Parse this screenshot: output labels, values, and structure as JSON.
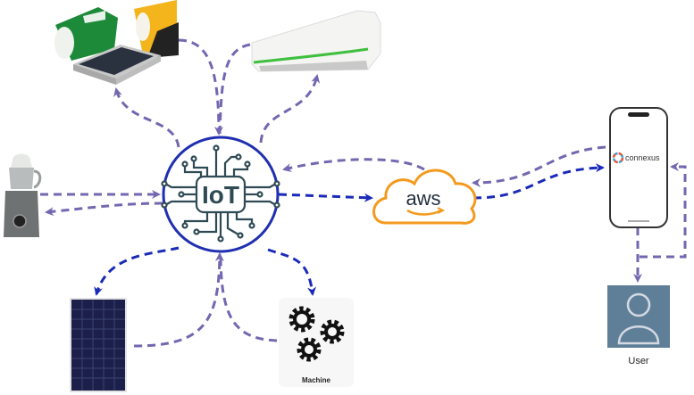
{
  "diagram": {
    "title": "IoT connected devices architecture",
    "colors": {
      "hub_border": "#1f2fb0",
      "circuit": "#2f4a54",
      "arrow_purple": "#7367b0",
      "arrow_blue": "#1a2ab8",
      "aws_orange": "#f39a1e",
      "aws_text": "#232f3e",
      "user_bg": "#5f7f99",
      "user_icon": "#d5d9e3"
    },
    "hub": {
      "label": "IoT"
    },
    "cloud": {
      "label": "aws"
    },
    "app": {
      "label": "connexus"
    },
    "user": {
      "label": "User"
    },
    "machine": {
      "label": "Machine"
    },
    "devices": [
      {
        "id": "solar-lantern",
        "name": "Solar lantern kit"
      },
      {
        "id": "air-conditioner",
        "name": "Air conditioner"
      },
      {
        "id": "mixer-grinder",
        "name": "Mixer grinder"
      },
      {
        "id": "solar-panel",
        "name": "Solar panel"
      },
      {
        "id": "machine",
        "name": "Machine"
      }
    ],
    "connections": [
      {
        "from": "solar-lantern",
        "to": "IoT",
        "style": "dashed",
        "color": "purple"
      },
      {
        "from": "IoT",
        "to": "solar-lantern",
        "style": "dashed",
        "color": "purple"
      },
      {
        "from": "air-conditioner",
        "to": "IoT",
        "style": "dashed",
        "color": "purple"
      },
      {
        "from": "IoT",
        "to": "air-conditioner",
        "style": "dashed",
        "color": "purple"
      },
      {
        "from": "mixer-grinder",
        "to": "IoT",
        "style": "dashed",
        "color": "purple"
      },
      {
        "from": "IoT",
        "to": "mixer-grinder",
        "style": "dashed",
        "color": "purple"
      },
      {
        "from": "IoT",
        "to": "solar-panel",
        "style": "dashed",
        "color": "blue"
      },
      {
        "from": "solar-panel",
        "to": "IoT",
        "style": "dashed",
        "color": "purple"
      },
      {
        "from": "IoT",
        "to": "machine",
        "style": "dashed",
        "color": "blue"
      },
      {
        "from": "machine",
        "to": "IoT",
        "style": "dashed",
        "color": "purple"
      },
      {
        "from": "IoT",
        "to": "aws",
        "style": "dashed",
        "color": "blue"
      },
      {
        "from": "aws",
        "to": "IoT",
        "style": "dashed",
        "color": "purple"
      },
      {
        "from": "aws",
        "to": "connexus",
        "style": "dashed",
        "color": "blue"
      },
      {
        "from": "connexus",
        "to": "aws",
        "style": "dashed",
        "color": "purple"
      },
      {
        "from": "connexus",
        "to": "User",
        "style": "dashed",
        "color": "purple"
      },
      {
        "from": "User",
        "to": "connexus",
        "style": "dashed",
        "color": "purple"
      }
    ]
  }
}
